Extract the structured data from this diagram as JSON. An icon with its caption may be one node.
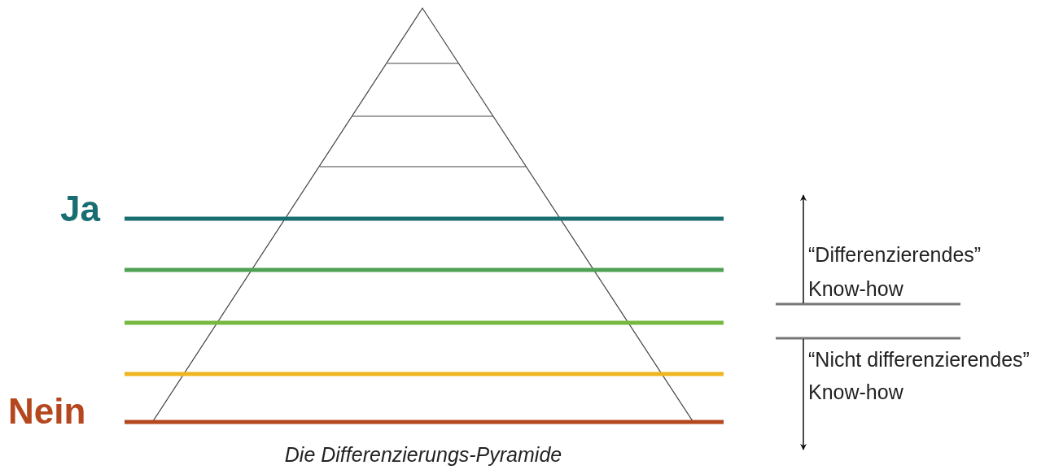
{
  "diagram": {
    "caption": "Die Differenzierungs-Pyramide",
    "labels": [
      "Ja",
      "“Differenzierendes” Know-how",
      "“Nicht differenzierendes” Know-how",
      "Nein"
    ]
  }
}
